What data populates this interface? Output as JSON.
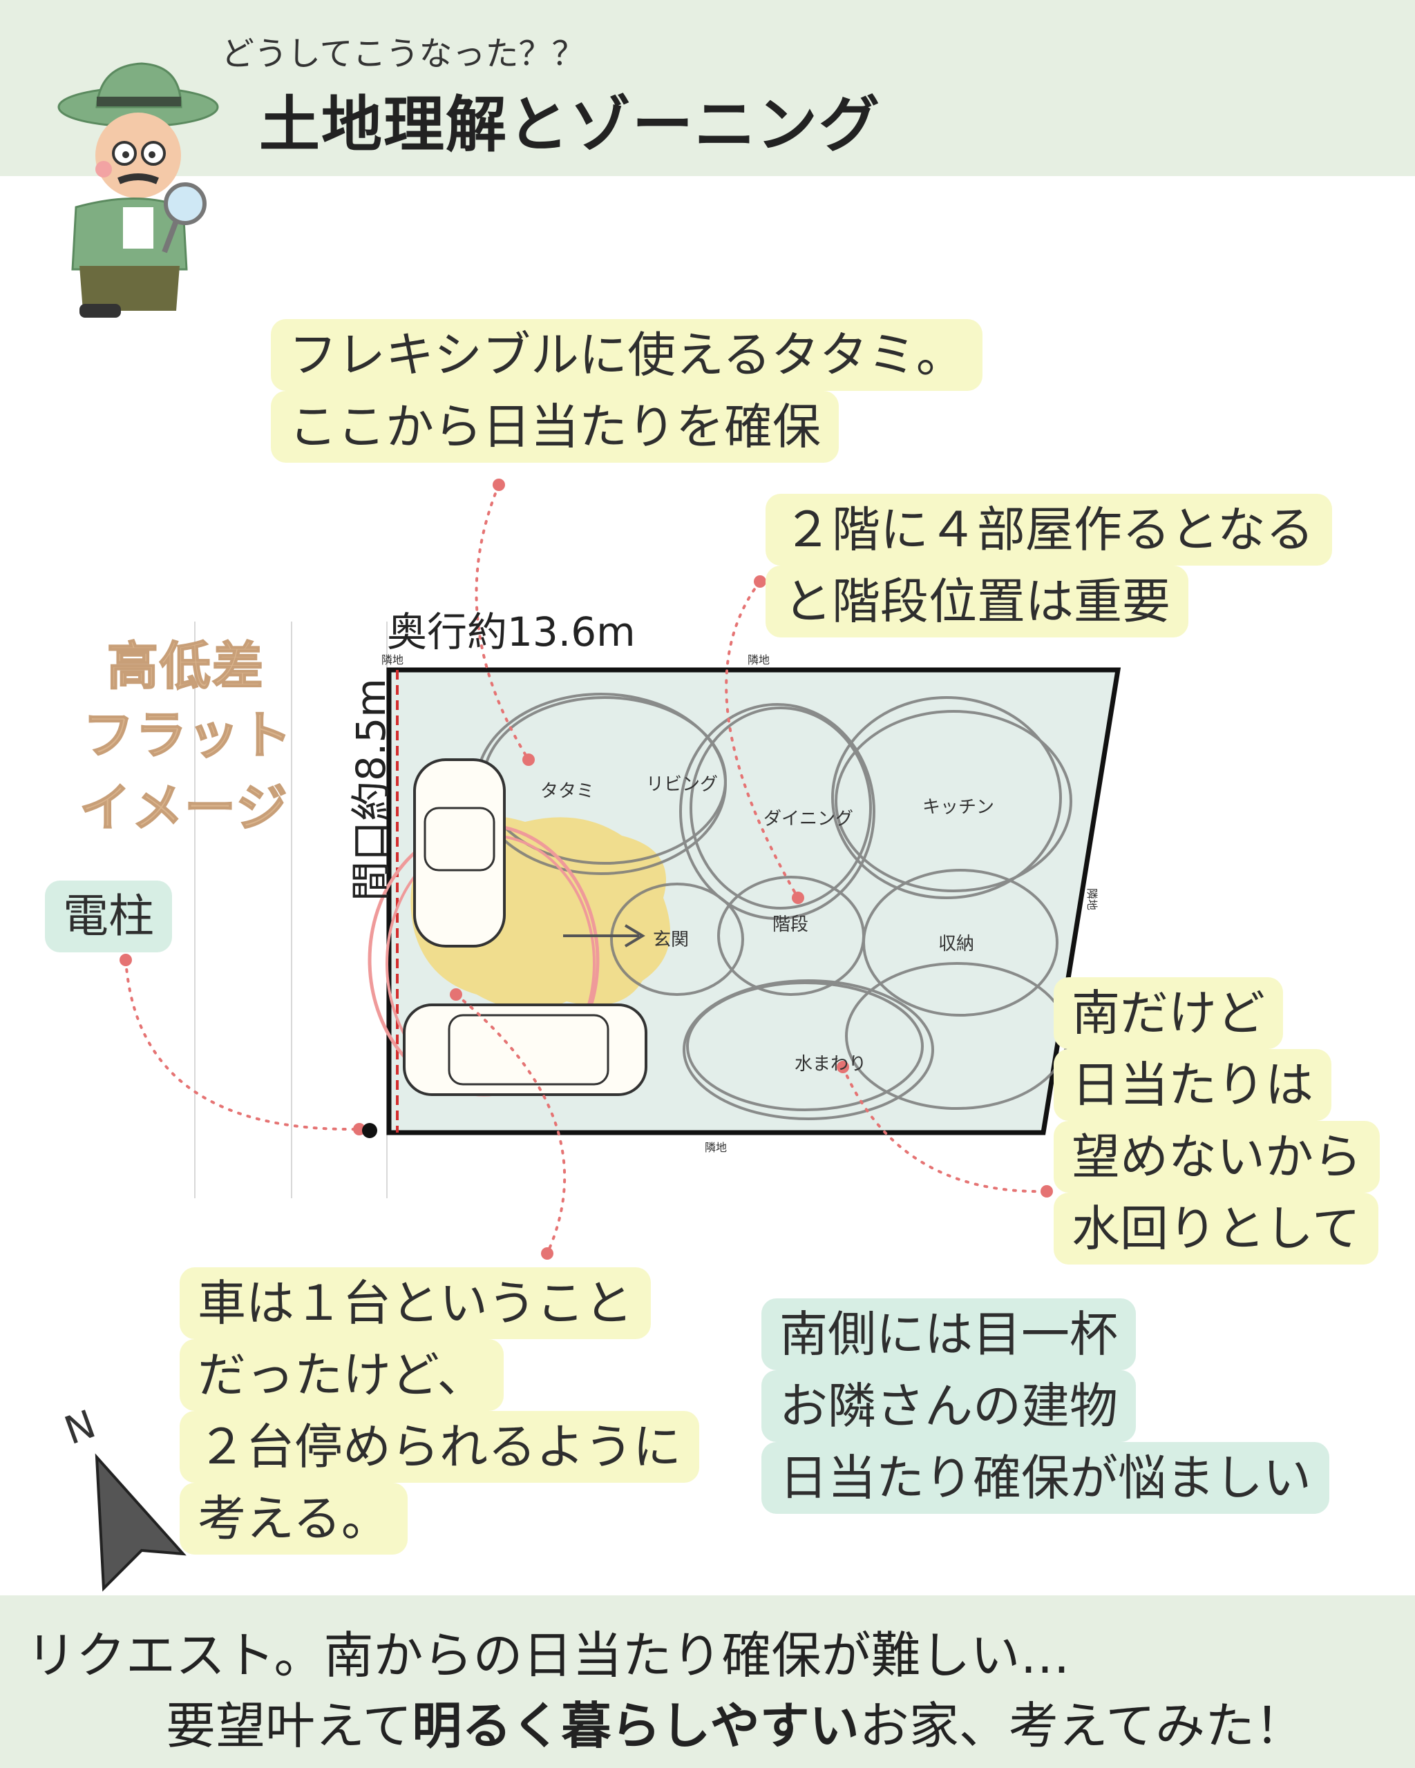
{
  "header": {
    "kicker": "どうしてこうなった？？",
    "title": "土地理解とゾーニング"
  },
  "left_labels": [
    "高低差",
    "フラット",
    "イメージ"
  ],
  "utility_pole_label": "電柱",
  "dimensions": {
    "depth": "奥行約13.6m",
    "frontage": "間口約8.5m"
  },
  "boundary_labels": {
    "top_left": "隣地",
    "top": "隣地",
    "right": "隣地",
    "bottom": "隣地"
  },
  "zones": [
    "タタミ",
    "リビング",
    "ダイニング",
    "キッチン",
    "玄関",
    "階段",
    "収納",
    "水まわり"
  ],
  "notes": {
    "tatami": [
      "フレキシブルに使えるタタミ。",
      "ここから日当たりを確保"
    ],
    "stairs": [
      "２階に４部屋作るとなる",
      "と階段位置は重要"
    ],
    "water": [
      "南だけど",
      "日当たりは",
      "望めないから",
      "水回りとして"
    ],
    "parking": [
      "車は１台ということ",
      "だったけど、",
      "２台停められるように",
      "考える。"
    ],
    "south": [
      "南側には目一杯",
      "お隣さんの建物",
      "日当たり確保が悩ましい"
    ]
  },
  "compass_label": "N",
  "footer": {
    "line1": "リクエスト。南からの日当たり確保が難しい…",
    "line2_a": "要望叶えて",
    "line2_bold": "明るく暮らしやすい",
    "line2_b": "お家、考えてみた！"
  },
  "colors": {
    "band": "#e6efe2",
    "yellow_note": "#f7f8c8",
    "mint_note": "#d7eee4",
    "site": "#e3eeea",
    "leader": "#e57373",
    "sunlight": "#f3d877"
  }
}
